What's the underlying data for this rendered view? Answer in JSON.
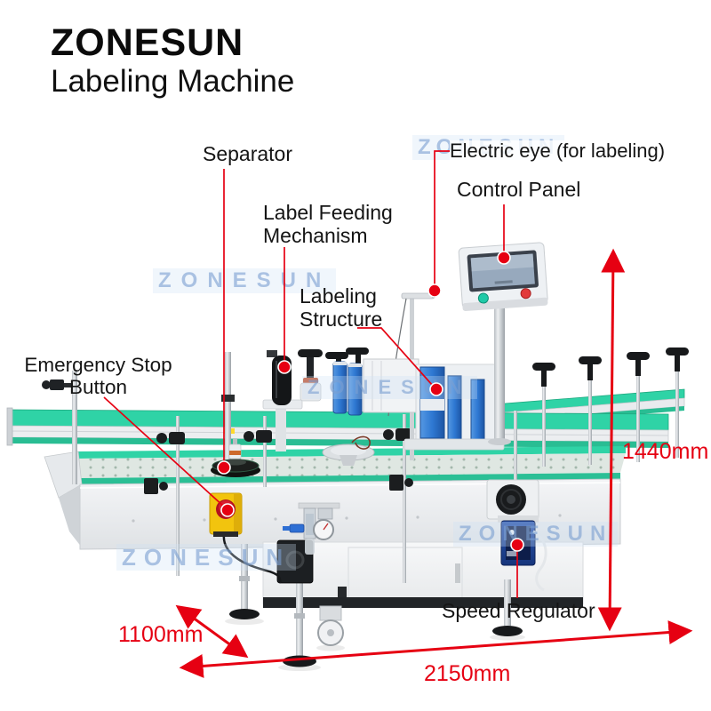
{
  "header": {
    "brand": "ZONESUN",
    "subtitle": "Labeling Machine"
  },
  "callouts": [
    {
      "id": "separator",
      "label": "Separator"
    },
    {
      "id": "label-feeding",
      "label": "Label Feeding\nMechanism"
    },
    {
      "id": "electric-eye",
      "label": "Electric eye (for labeling)"
    },
    {
      "id": "control-panel",
      "label": "Control Panel"
    },
    {
      "id": "labeling-structure",
      "label": "Labeling\nStructure"
    },
    {
      "id": "emergency-stop",
      "label": "Emergency Stop\nButton"
    },
    {
      "id": "speed-regulator",
      "label": "Speed Regulator"
    }
  ],
  "dimensions": {
    "height": "1440mm",
    "depth": "1100mm",
    "length": "2150mm"
  },
  "watermark": {
    "text": "ZONESUN"
  },
  "colors": {
    "annotation_red": "#e60012",
    "machine_teal": "#2fd3a6",
    "machine_blue": "#2e78d2",
    "estop_yellow": "#f2c40e",
    "watermark_blue": "#7a9ed0"
  }
}
